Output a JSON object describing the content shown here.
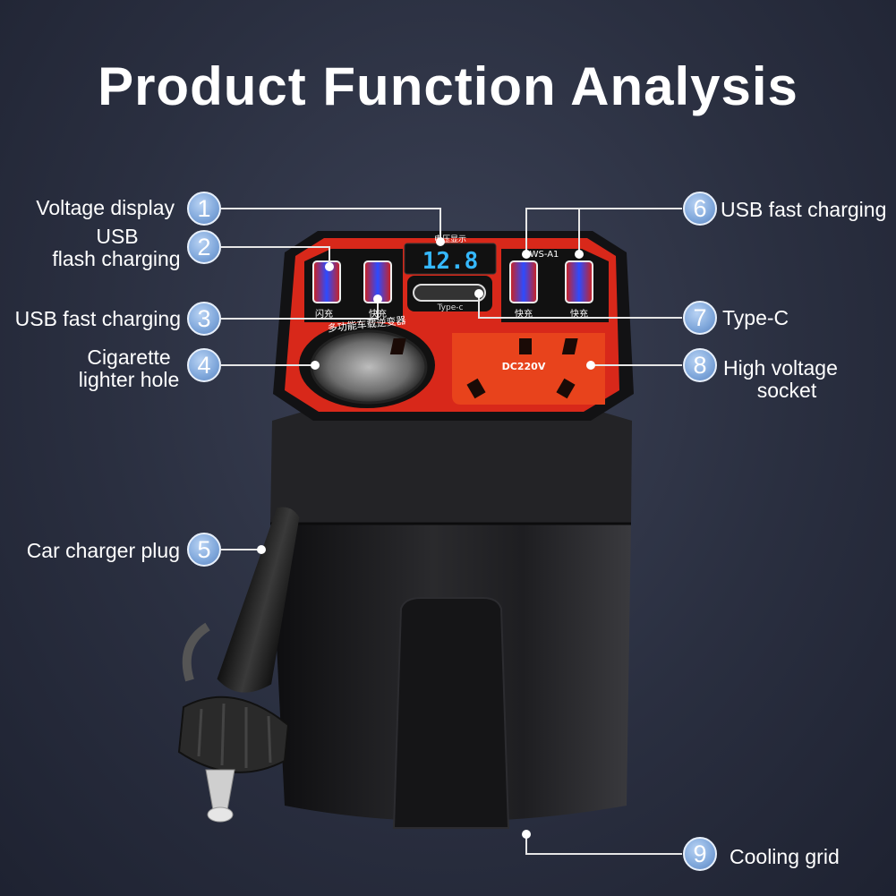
{
  "title": "Product Function Analysis",
  "callouts": [
    {
      "num": "1",
      "lines": [
        "Voltage display"
      ]
    },
    {
      "num": "2",
      "lines": [
        "USB",
        "flash charging"
      ]
    },
    {
      "num": "3",
      "lines": [
        "USB fast charging"
      ]
    },
    {
      "num": "4",
      "lines": [
        "Cigarette",
        "lighter hole"
      ]
    },
    {
      "num": "5",
      "lines": [
        "Car charger plug"
      ]
    },
    {
      "num": "6",
      "lines": [
        "USB fast charging"
      ]
    },
    {
      "num": "7",
      "lines": [
        "Type-C"
      ]
    },
    {
      "num": "8",
      "lines": [
        "High voltage",
        "socket"
      ]
    },
    {
      "num": "9",
      "lines": [
        "Cooling grid"
      ]
    }
  ],
  "device": {
    "display_value": "12.8",
    "display_caption": "电压显示",
    "model": "WS-A1",
    "typec_label": "Type-c",
    "port_label_flash": "闪充",
    "port_label_fast": "快充",
    "ring_text": "多功能车载逆变器",
    "socket_label": "DC220V"
  },
  "colors": {
    "panel_red": "#d8281a",
    "body": "#1c1c1e",
    "badge": "#7ea6da",
    "display_digits": "#35b8ff"
  }
}
